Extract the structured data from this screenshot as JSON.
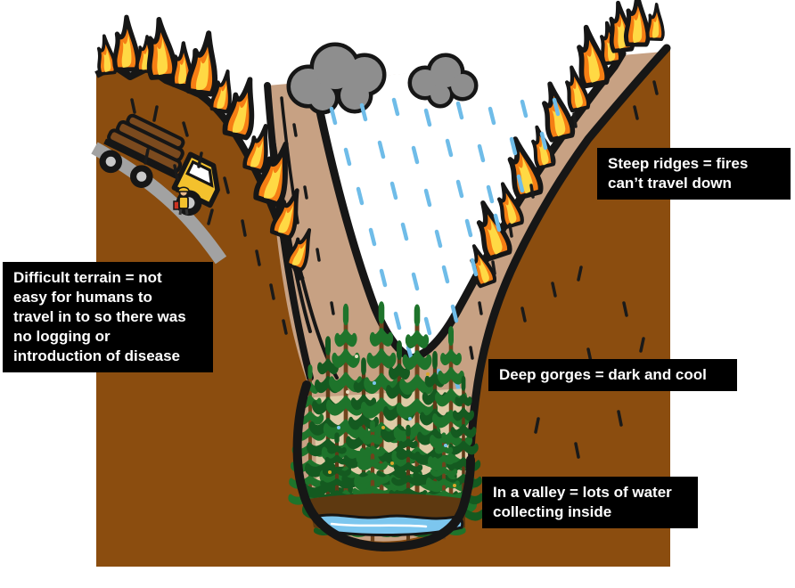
{
  "labels": {
    "steep_ridges": {
      "lines": [
        "Steep ridges = fires",
        "can’t travel down"
      ]
    },
    "difficult_terrain": {
      "lines": [
        "Difficult terrain = not",
        "easy for humans to",
        "travel in to so there was",
        "no logging or",
        "introduction of disease"
      ]
    },
    "deep_gorges": {
      "lines": [
        "Deep gorges = dark and cool"
      ]
    },
    "in_valley": {
      "lines": [
        "In a valley = lots of water",
        "collecting inside"
      ]
    }
  },
  "colors": {
    "label_bg": "#000000",
    "label_text": "#ffffff",
    "ground_brown": "#8B4D0F",
    "valley_tan": "#C7A183",
    "basin_cream": "#DFCBA6",
    "fire_orange": "#F57E14",
    "fire_yellow": "#FFD944",
    "cloud_gray": "#8E8E8E",
    "rain_blue": "#6FBCE8",
    "water_blue": "#7CC6EE",
    "tree_green": "#1E742B",
    "tree_green_dark": "#145A20",
    "trunk_brown": "#6F431C",
    "truck_yellow": "#F3C12D",
    "road_gray": "#A2A2A2",
    "outline_black": "#161616"
  },
  "icons": [
    "fire-icon",
    "cloud-icon",
    "rain-icon",
    "pine-tree-icon",
    "creek-water-icon",
    "logging-truck-icon",
    "logger-icon"
  ]
}
